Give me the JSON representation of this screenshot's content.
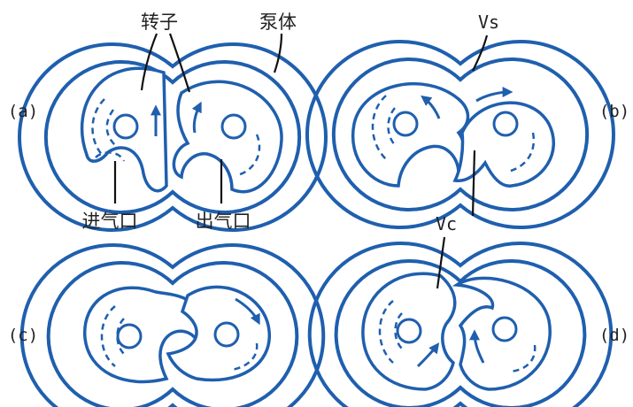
{
  "colors": {
    "line": "#1f5fae",
    "text": "#222222"
  },
  "labels": {
    "rotor": "转子",
    "pump_body": "泵体",
    "inlet": "进气口",
    "outlet": "出气口",
    "vs": "Vs",
    "vc": "Vc"
  },
  "panels": {
    "a": "(a)",
    "b": "(b)",
    "c": "(c)",
    "d": "(d)"
  }
}
